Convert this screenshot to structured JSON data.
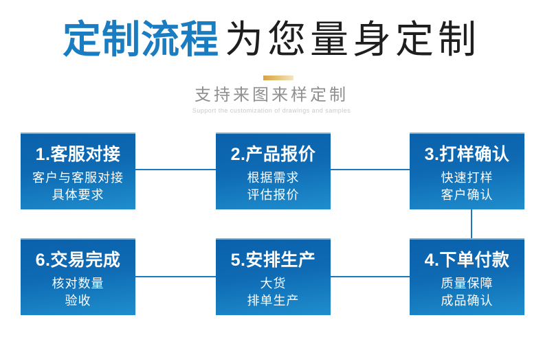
{
  "header": {
    "title_highlight": "定制流程",
    "title_rest": "为您量身定制",
    "subtitle": "支持来图来样定制",
    "subtitle_en": "Support the customization of drawings and samples"
  },
  "colors": {
    "accent_blue": "#1a7dc2",
    "title_dark": "#1e1e1e",
    "box_gradient_top": "#0b61ab",
    "box_gradient_bottom": "#1f8ecd",
    "connector_blue": "#1c77bd",
    "gold_bar_start": "#d7a243",
    "gold_bar_end": "#f3e6c4",
    "subtitle_gray": "#8f8f8f",
    "subtitle_en_gray": "#c9c9c9"
  },
  "steps": [
    {
      "title": "1.客服对接",
      "lines": [
        "客户与客服对接",
        "具体要求"
      ]
    },
    {
      "title": "2.产品报价",
      "lines": [
        "根据需求",
        "评估报价"
      ]
    },
    {
      "title": "3.打样确认",
      "lines": [
        "快速打样",
        "客户确认"
      ]
    },
    {
      "title": "4.下单付款",
      "lines": [
        "质量保障",
        "成品确认"
      ]
    },
    {
      "title": "5.安排生产",
      "lines": [
        "大货",
        "排单生产"
      ]
    },
    {
      "title": "6.交易完成",
      "lines": [
        "核对数量",
        "验收"
      ]
    }
  ]
}
